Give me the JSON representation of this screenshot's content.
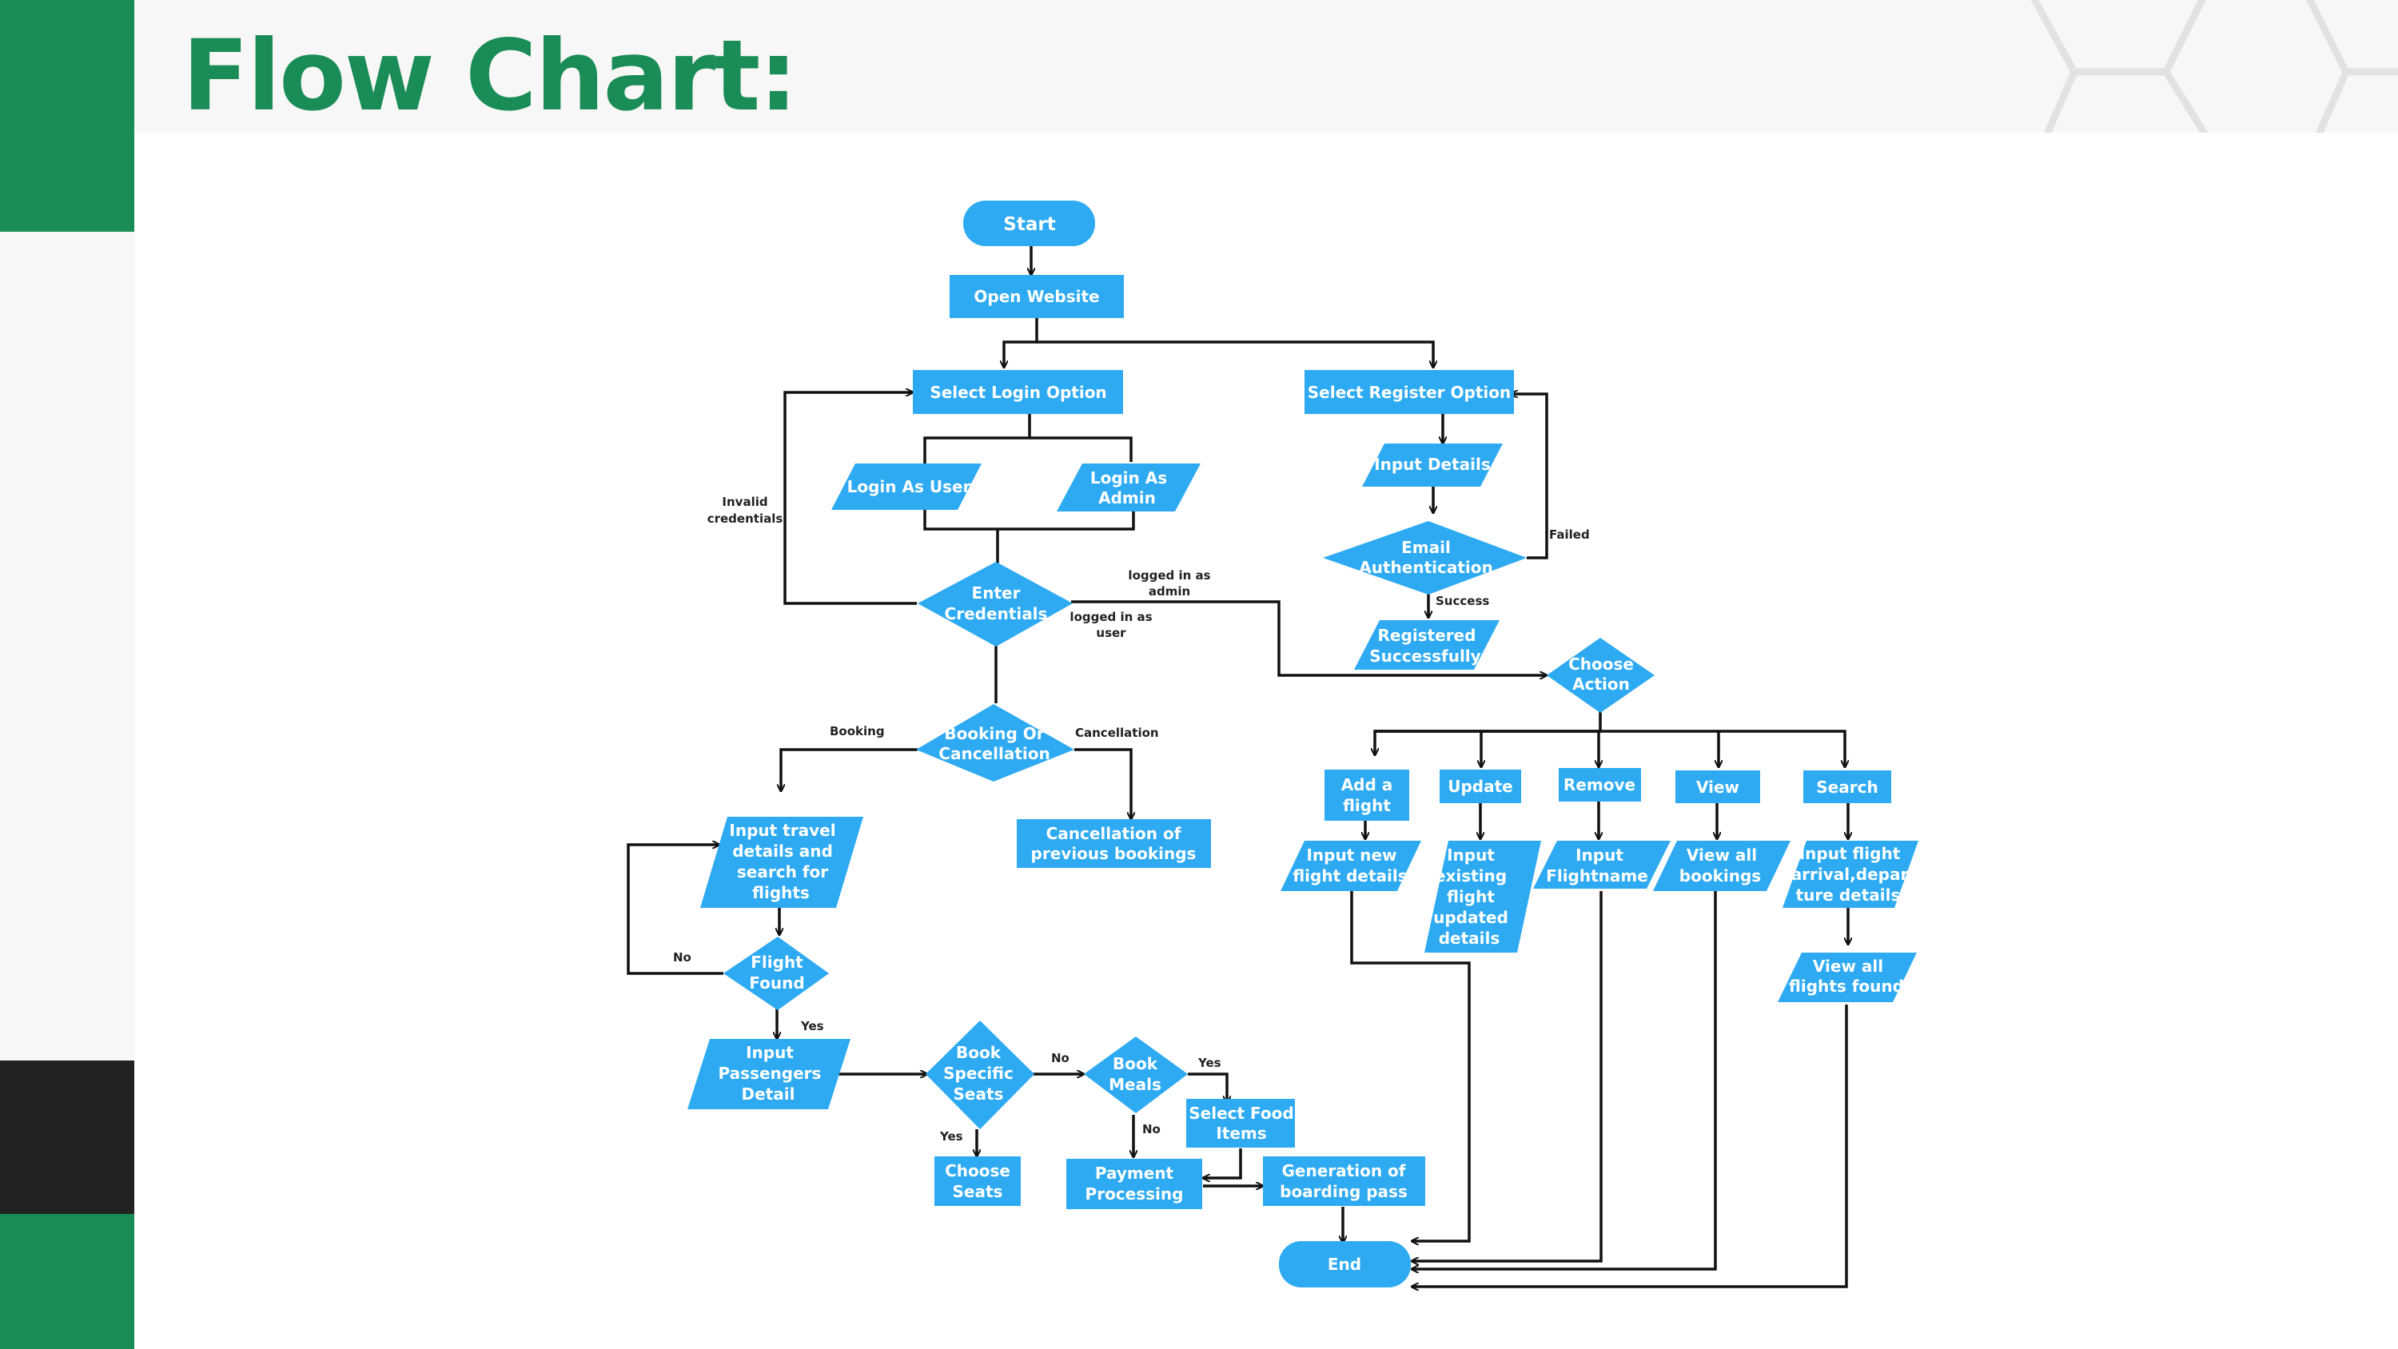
{
  "title": "Flow Chart:",
  "colors": {
    "accent_green": "#1a8c56",
    "node_blue": "#2eaaf2",
    "dark_band": "#222222"
  },
  "nodes": {
    "start": "Start",
    "open_website": "Open Website",
    "select_login": "Select Login Option",
    "select_register": "Select Register Option",
    "login_user": "Login As User",
    "login_admin_1": "Login As",
    "login_admin_2": "Admin",
    "input_details": "Input Details",
    "email_auth_1": "Email",
    "email_auth_2": "Authentication",
    "registered_1": "Registered",
    "registered_2": "Successfully",
    "enter_cred_1": "Enter",
    "enter_cred_2": "Credentials",
    "choose_action_1": "Choose",
    "choose_action_2": "Action",
    "booking_or_1": "Booking Or",
    "booking_or_2": "Cancellation",
    "cancel_prev_1": "Cancellation of",
    "cancel_prev_2": "previous bookings",
    "input_travel_1": "Input travel",
    "input_travel_2": "details and",
    "input_travel_3": "search for",
    "input_travel_4": "flights",
    "flight_found_1": "Flight",
    "flight_found_2": "Found",
    "input_pass_1": "Input",
    "input_pass_2": "Passengers",
    "input_pass_3": "Detail",
    "book_seats_1": "Book",
    "book_seats_2": "Specific",
    "book_seats_3": "Seats",
    "choose_seats_1": "Choose",
    "choose_seats_2": "Seats",
    "book_meals_1": "Book",
    "book_meals_2": "Meals",
    "select_food_1": "Select Food",
    "select_food_2": "Items",
    "payment_1": "Payment",
    "payment_2": "Processing",
    "boarding_1": "Generation of",
    "boarding_2": "boarding pass",
    "end": "End",
    "add_flight_1": "Add a",
    "add_flight_2": "flight",
    "update": "Update",
    "remove": "Remove",
    "view": "View",
    "search": "Search",
    "input_new_1": "Input new",
    "input_new_2": "flight details",
    "input_existing_1": "Input",
    "input_existing_2": "existing",
    "input_existing_3": "flight",
    "input_existing_4": "updated",
    "input_existing_5": "details",
    "input_fname_1": "Input",
    "input_fname_2": "Flightname",
    "view_all_b_1": "View all",
    "view_all_b_2": "bookings",
    "input_arr_1": "Input flight",
    "input_arr_2": "arrival,depar",
    "input_arr_3": "ture details",
    "view_all_f_1": "View all",
    "view_all_f_2": "flights found"
  },
  "labels": {
    "invalid_1": "Invalid",
    "invalid_2": "credentials",
    "failed": "Failed",
    "success": "Success",
    "admin_1": "logged in as",
    "admin_2": "admin",
    "user_1": "logged in as",
    "user_2": "user",
    "booking": "Booking",
    "cancellation": "Cancellation",
    "no_flight": "No",
    "yes_flight": "Yes",
    "no_seats": "No",
    "yes_seats": "Yes",
    "yes_meals": "Yes",
    "no_meals": "No"
  }
}
